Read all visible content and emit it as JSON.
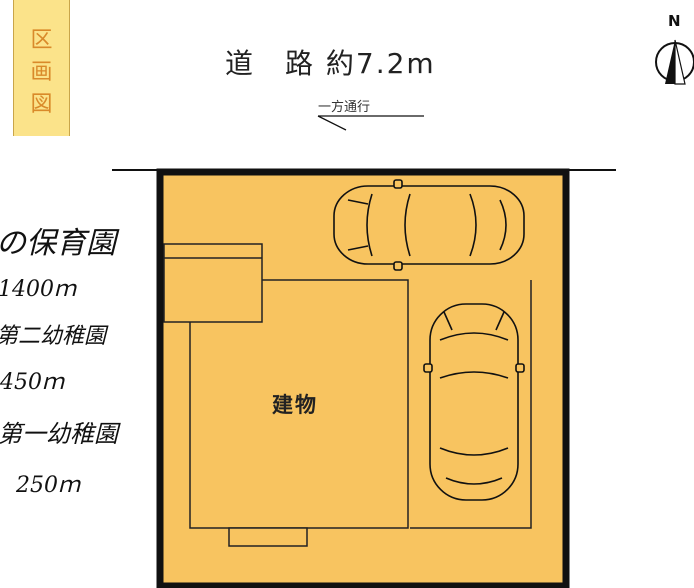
{
  "section_label": [
    "区",
    "画",
    "図"
  ],
  "road": {
    "title": "道　路 約7.2m",
    "direction_label": "一方通行"
  },
  "compass": {
    "label": "N"
  },
  "plot": {
    "building_label": "建物"
  },
  "notes": [
    {
      "name": "nursery",
      "label": "の保育園"
    },
    {
      "name": "nursery-distance",
      "label": "1400ｍ"
    },
    {
      "name": "kindergarten-2",
      "label": "第二幼稚園"
    },
    {
      "name": "kindergarten-2-distance",
      "label": "450ｍ"
    },
    {
      "name": "kindergarten-1",
      "label": "第一幼稚園"
    },
    {
      "name": "kindergarten-1-distance",
      "label": "250ｍ"
    }
  ],
  "colors": {
    "lot_fill": "#f8c460",
    "label_fill": "#fbe38a",
    "label_text": "#d98a2a",
    "line": "#111111"
  }
}
